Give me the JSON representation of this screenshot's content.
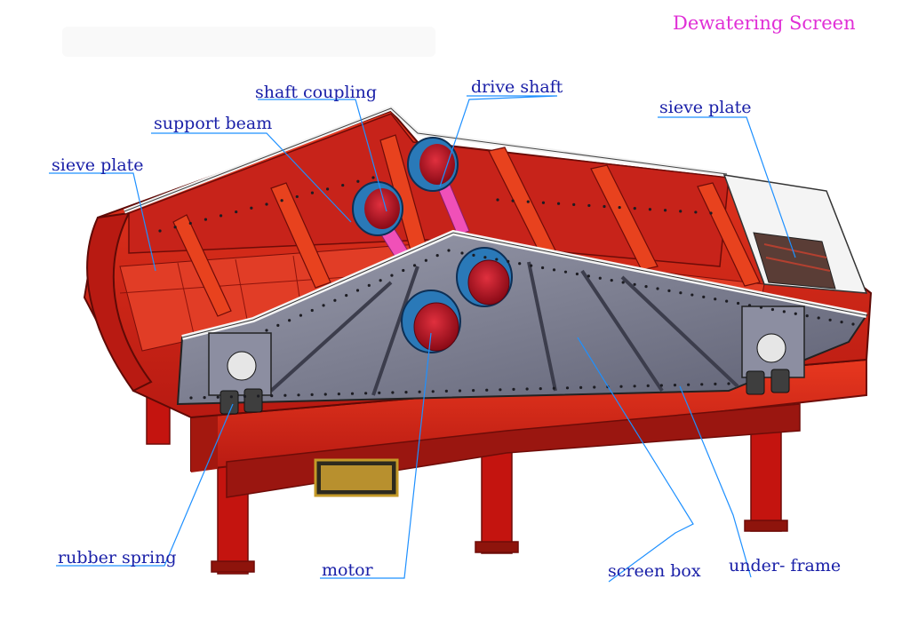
{
  "title": "Dewatering  Screen",
  "colors": {
    "title": "#e02fd6",
    "label_text": "#1a20a8",
    "leader_line": "#1e90ff",
    "frame_red": "#d12418",
    "frame_dark": "#8e140c",
    "panel_gray": "#7c7e92",
    "motor_red": "#b3101e",
    "motor_blue": "#2a79b8",
    "shaft_pink": "#f050b8"
  },
  "labels": {
    "shaft_coupling": "shaft coupling",
    "drive_shaft": "drive shaft",
    "support_beam": "support beam",
    "sieve_plate_left": "sieve plate",
    "sieve_plate_right": "sieve plate",
    "rubber_spring": "rubber spring",
    "motor": "motor",
    "screen_box": "screen box",
    "under_frame": "under- frame"
  }
}
